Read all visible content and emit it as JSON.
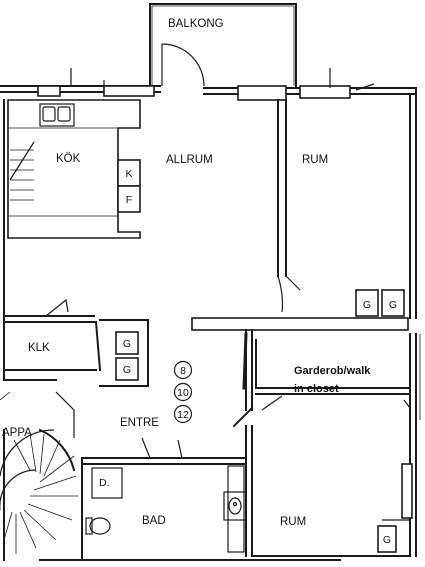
{
  "rooms": {
    "balkong": "BALKONG",
    "kok": "KÖK",
    "allrum": "ALLRUM",
    "rum_top": "RUM",
    "klk": "KLK",
    "entre": "ENTRE",
    "bad": "BAD",
    "rum_bottom": "RUM",
    "trappa": "APPA",
    "garderob_line1": "Garderob/walk",
    "garderob_line2": "in closet"
  },
  "fixtures": {
    "kyl": "K",
    "frys": "F",
    "g": "G",
    "dusch": "D."
  },
  "unit_numbers": [
    "8",
    "10",
    "12"
  ]
}
